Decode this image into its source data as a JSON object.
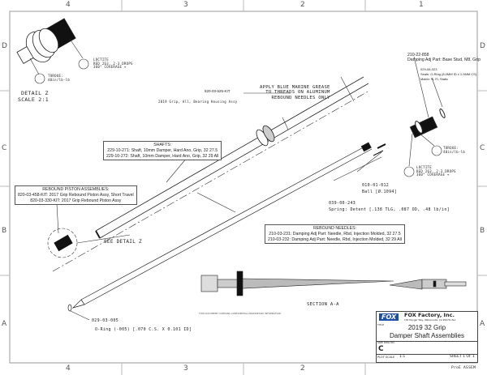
{
  "zones": {
    "columns": [
      "4",
      "3",
      "2",
      "1"
    ],
    "rows": [
      "D",
      "C",
      "B",
      "A"
    ]
  },
  "detail": {
    "title": "DETAIL  Z",
    "scale": "SCALE  2:1",
    "see_detail": "SEE DETAIL  Z"
  },
  "notes": {
    "loctite_left": [
      "LOCTITE",
      "RED 263, 2-3 DROPS",
      "360° COVERAGE +"
    ],
    "torque_left": [
      "TORQUE:",
      "40in/lb-lb"
    ],
    "loctite_right": [
      "LOCTITE",
      "RED 263, 2-3 DROPS",
      "360° COVERAGE +"
    ],
    "torque_right": [
      "TORQUE:",
      "40in/lb-lb"
    ],
    "grease": [
      "APPLY BLUE MARINE GREASE",
      "TO THREADS ON ALUMINUM",
      "REBOUND NEEDLES ONLY"
    ]
  },
  "parts": {
    "base_stud": {
      "number": "210-22-858",
      "desc": "Damping Adj Part: Base Stud, M8, Grip"
    },
    "seal": {
      "number": "029-08-023",
      "desc": "Seals: O-Ring (8.0MM ID x 1.0MM CS)",
      "material": "Matrix: N-70, Static"
    },
    "bearing": {
      "number": "820-03-525-KIT",
      "desc": "2019 Grip, All, Bearing Housing Assy"
    },
    "ball": {
      "number": "010-01-012",
      "desc": "Ball [Ø.1094]"
    },
    "spring": {
      "number": "039-00-243",
      "desc": "Spring: Detent [.138 TLG, .087 OD, .48 lb/in]"
    },
    "oring": {
      "number": "029-03-005",
      "desc": "O-Ring (-005) [.070 C.S. X 0.101 ID]"
    }
  },
  "boxes": {
    "shafts": {
      "title": "SHAFTS:",
      "lines": [
        "229-10-271: Shaft, 10mm Damper, Hard Ano, Grip, 32 27.5",
        "229-10-272: Shaft, 10mm Damper, Hard Ano, Grip, 32 29 All"
      ]
    },
    "pistons": {
      "title": "REBOUND PISTON ASSEMBLIES:",
      "lines": [
        "820-03-458-KIT: 2017 Grip Rebound Piston Assy, Short Travel",
        "820-03-330-KIT: 2017 Grip Rebound Piston Assy"
      ]
    },
    "needles": {
      "title": "REBOUND NEEDLES:",
      "lines": [
        "210-03-231: Damping Adj Part: Needle, Rbd, Injection Molded, 32 27.5",
        "210-03-232: Damping Adj Part: Needle, Rbd, Injection Molded, 32 29 All"
      ]
    }
  },
  "section": {
    "label": "SECTION  A-A"
  },
  "title_block": {
    "logo": "FOX",
    "company": "FOX Factory, Inc.",
    "address": "130 Hangar Way, Watsonville, CA 95076 USA",
    "title_label": "TITLE",
    "title_line1": "2019 32 Grip",
    "title_line2": "Damper Shaft Assemblies",
    "size_label": "SIZE DWG NO.",
    "size": "C",
    "scale_label": "PLOT SCALE",
    "scale": "1:1",
    "sheet": "SHEET 1 OF 1",
    "footer": "ProE ASSEM"
  },
  "confidential": "THIS DOCUMENT CONTAINS CONFIDENTIAL PROPRIETARY INFORMATION"
}
